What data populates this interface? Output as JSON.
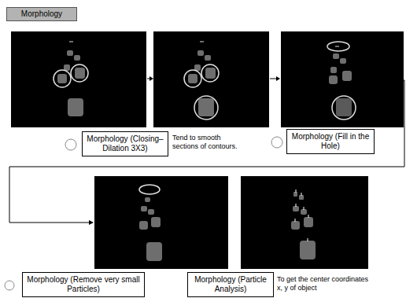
{
  "diagram": {
    "nodes": [
      {
        "text": [
          "Morphology"
        ]
      },
      {
        "text": [
          "Morphology (Closing– Dilation 3X3)"
        ]
      },
      {
        "text": [
          "Morphology (Fill in the Hole)"
        ]
      },
      {
        "text": [
          "Morphology (Remove very small Particles)"
        ]
      },
      {
        "text": [
          "Morphology (Particle Analysis)"
        ]
      }
    ],
    "labels": [
      "Tend to smooth sections of contours.",
      "To get the center coordinates x, y of object"
    ]
  }
}
